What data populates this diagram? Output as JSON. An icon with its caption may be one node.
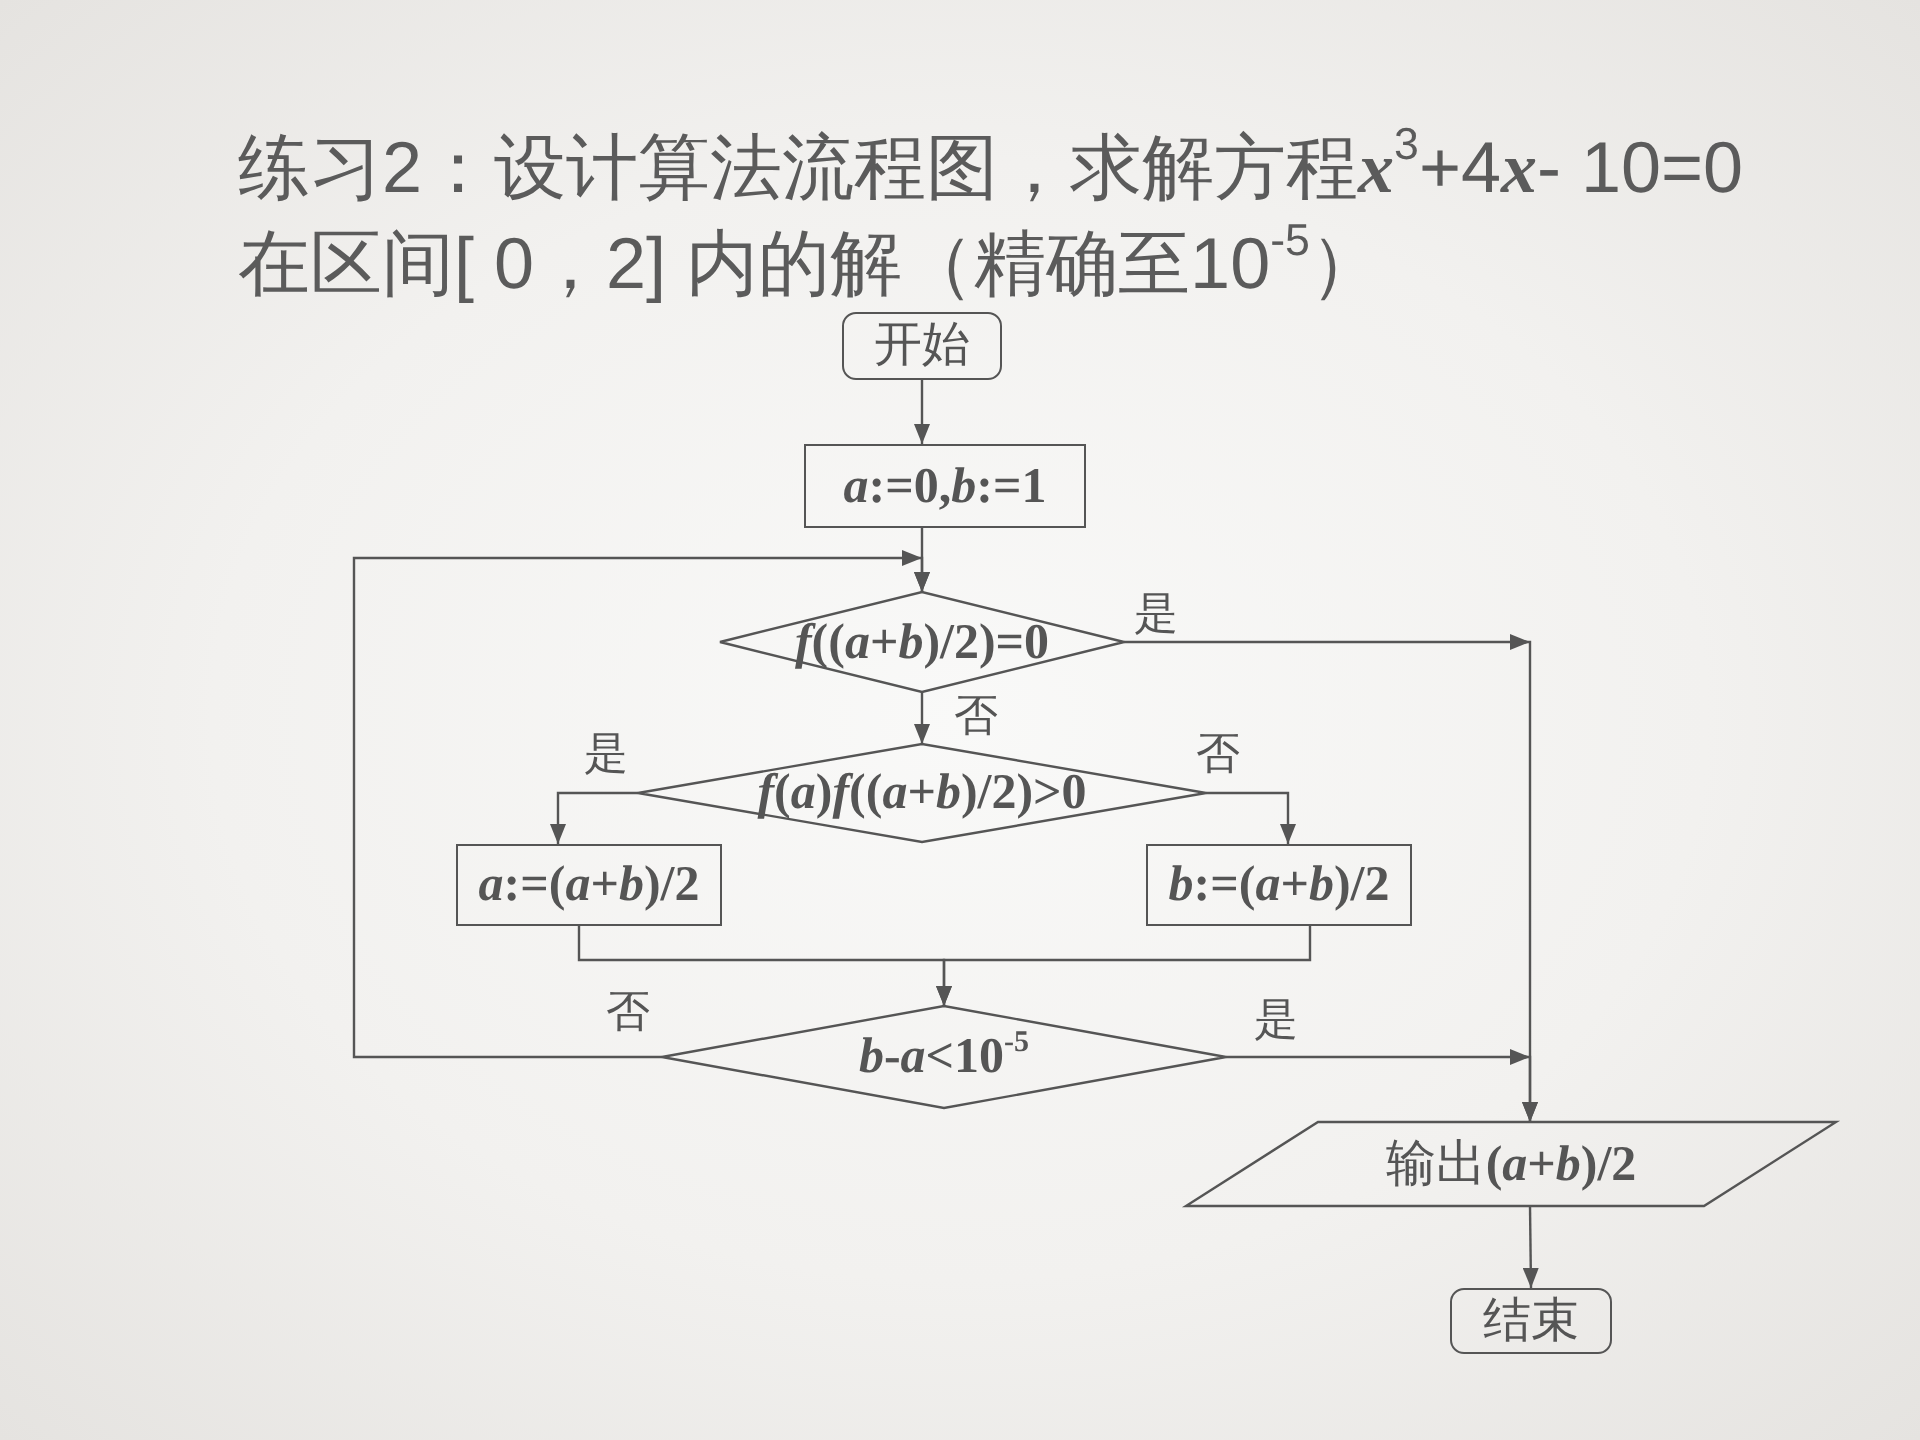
{
  "diagram": {
    "title": "练习2：设计算法流程图，求解方程**x**$^{3}$+4**x**- 10=0在区间[ 0，2] 内的解（精确至10$^{-5}$）",
    "nodes": [
      {
        "text": [
          "开始"
        ]
      },
      {
        "text": [
          "*a*:=0,*b*:=1"
        ]
      },
      {
        "text": [
          "*f*((*a*+*b*)/2)=0"
        ]
      },
      {
        "text": [
          "*f*(*a*)*f*((*a*+*b*)/2)>0"
        ]
      },
      {
        "text": [
          "*a*:=(*a*+*b*)/2"
        ]
      },
      {
        "text": [
          "*b*:=(*a*+*b*)/2"
        ]
      },
      {
        "text": [
          "*b*-*a*<10$^{-5}$"
        ]
      },
      {
        "text": [
          "输出**(*a*+*b*)/2**"
        ]
      },
      {
        "text": [
          "结束"
        ]
      }
    ],
    "edges": [
      {
        "from": 0,
        "to": 1,
        "arrow": "to"
      },
      {
        "from": 1,
        "to": 2,
        "arrow": "to"
      },
      {
        "from": 2,
        "to": 7,
        "arrow": "to",
        "label": "是"
      },
      {
        "from": 2,
        "to": 3,
        "arrow": "to",
        "label": "否"
      },
      {
        "from": 3,
        "to": 4,
        "arrow": "to",
        "label": "是"
      },
      {
        "from": 3,
        "to": 5,
        "arrow": "to",
        "label": "否"
      },
      {
        "from": 4,
        "to": 6,
        "arrow": "to"
      },
      {
        "from": 5,
        "to": 6,
        "arrow": "to"
      },
      {
        "from": 6,
        "to": 2,
        "arrow": "to",
        "label": "否"
      },
      {
        "from": 6,
        "to": 7,
        "arrow": "to",
        "label": "是"
      },
      {
        "from": 7,
        "to": 8,
        "arrow": "to"
      }
    ]
  }
}
